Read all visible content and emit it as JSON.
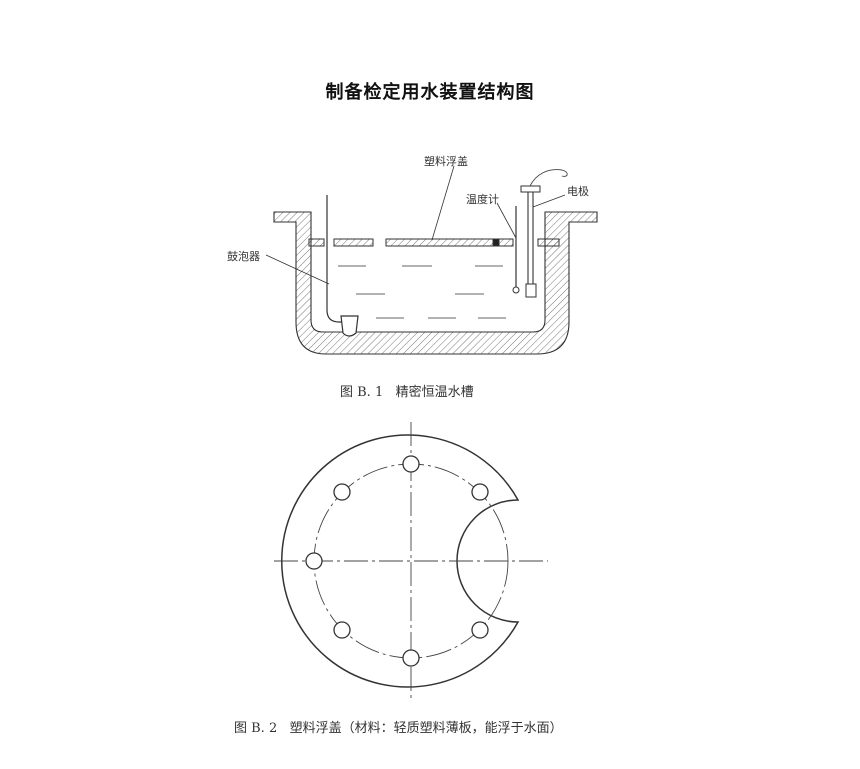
{
  "page": {
    "title": "制备检定用水装置结构图"
  },
  "figure1": {
    "labels": {
      "float_cover": "塑料浮盖",
      "thermometer": "温度计",
      "electrode": "电极",
      "bubbler": "鼓泡器"
    },
    "caption": "图 B. 1   精密恒温水槽"
  },
  "figure2": {
    "caption": "图 B. 2   塑料浮盖（材料：轻质塑料薄板，能浮于水面）"
  }
}
